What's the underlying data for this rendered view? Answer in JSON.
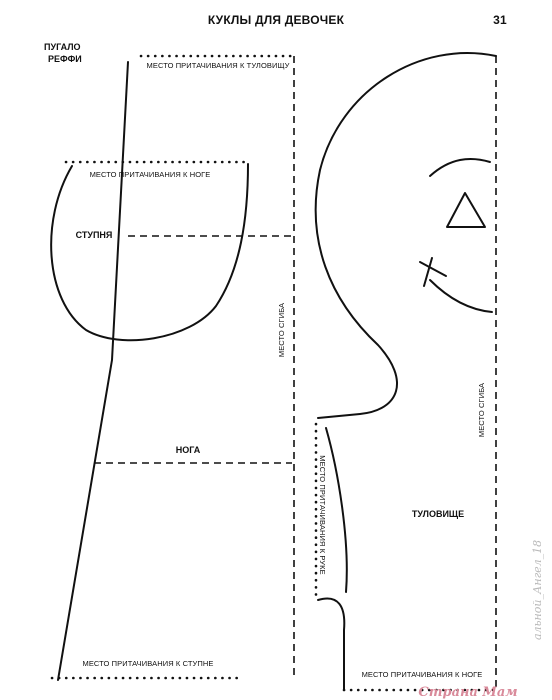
{
  "header": {
    "title": "КУКЛЫ ДЛЯ ДЕВОЧЕК",
    "page_number": "31"
  },
  "pattern": {
    "name_line1": "ПУГАЛО",
    "name_line2": "РЕФФИ"
  },
  "labels": {
    "torso_attach": "МЕСТО ПРИТАЧИВАНИЯ К ТУЛОВИЩУ",
    "leg_attach": "МЕСТО ПРИТАЧИВАНИЯ К НОГЕ",
    "foot": "СТУПНЯ",
    "fold_leg": "МЕСТО СГИБА",
    "leg": "НОГА",
    "foot_attach": "МЕСТО ПРИТАЧИВАНИЯ К СТУПНЕ",
    "arm_attach": "МЕСТО ПРИТАЧИВАНИЯ К РУКЕ",
    "fold_body": "МЕСТО СГИБА",
    "torso": "ТУЛОВИЩЕ",
    "leg_attach_bottom": "МЕСТО ПРИТАЧИВАНИЯ К НОГЕ"
  },
  "watermark": {
    "site": "Страна Мам",
    "user": "альной_Ангел_18"
  }
}
